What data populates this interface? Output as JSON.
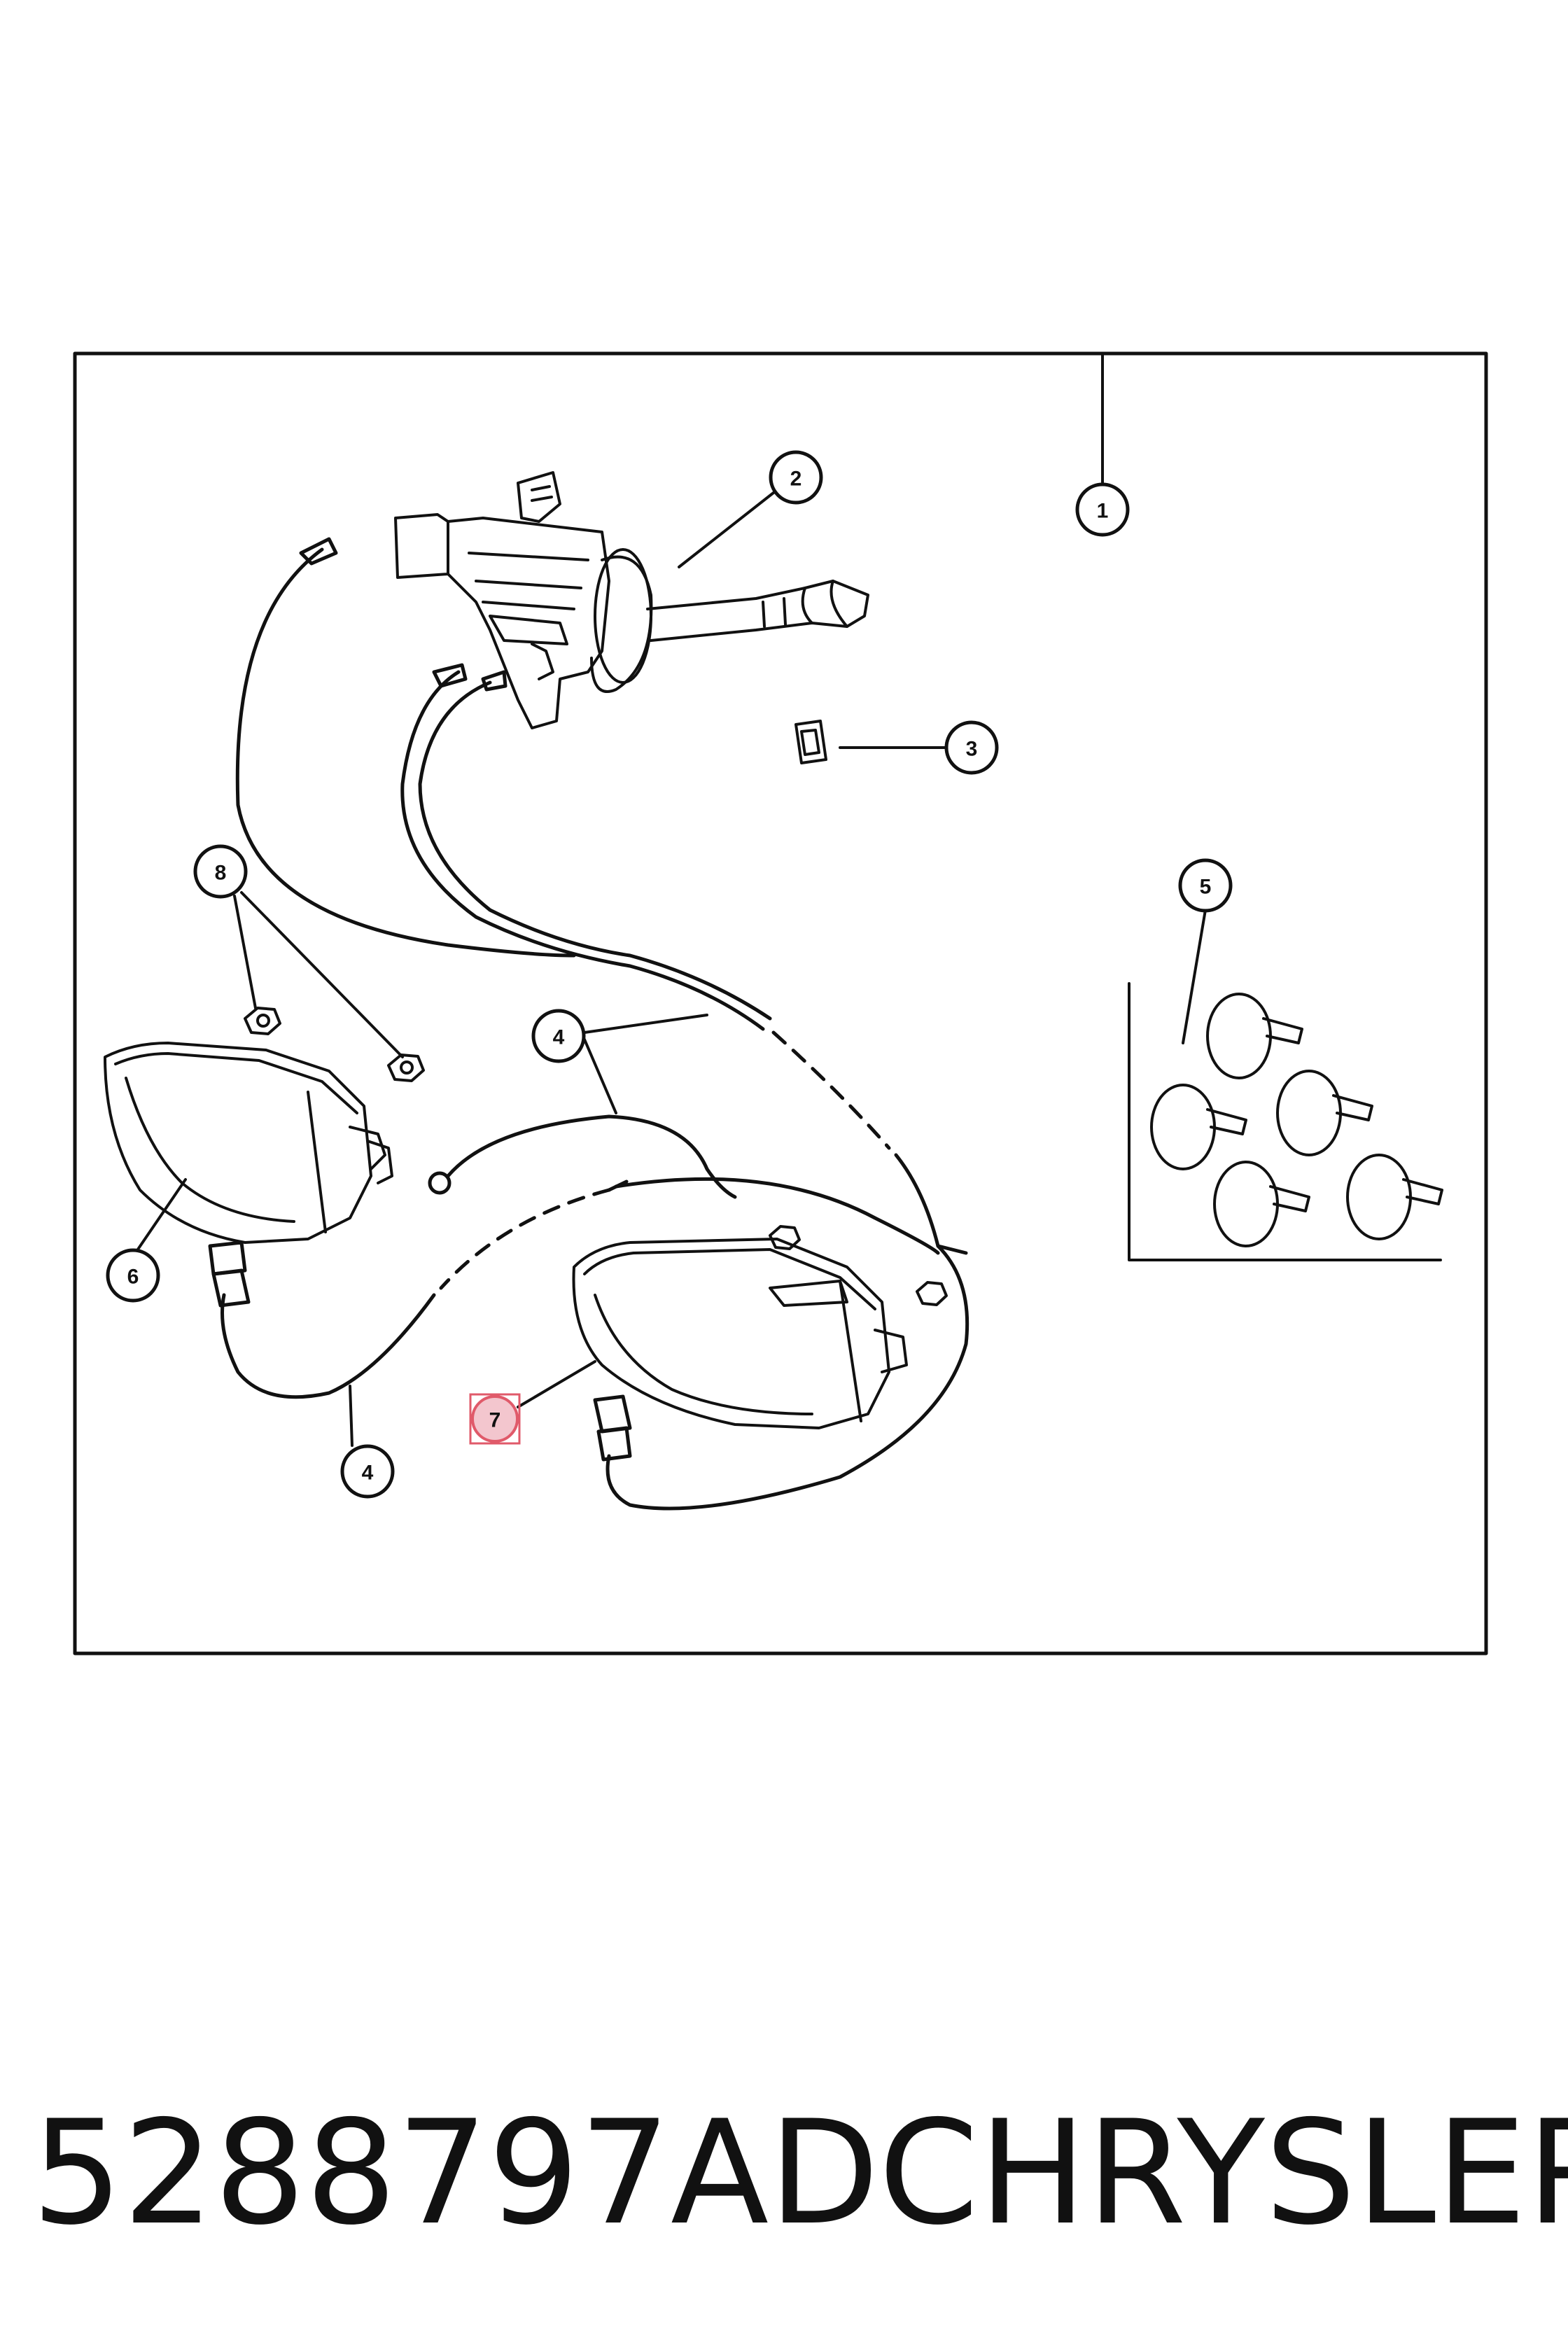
{
  "callouts": [
    {
      "id": "1",
      "label": "1"
    },
    {
      "id": "2",
      "label": "2"
    },
    {
      "id": "3",
      "label": "3"
    },
    {
      "id": "4a",
      "label": "4"
    },
    {
      "id": "4b",
      "label": "4"
    },
    {
      "id": "5",
      "label": "5"
    },
    {
      "id": "6",
      "label": "6"
    },
    {
      "id": "7",
      "label": "7",
      "highlighted": true
    },
    {
      "id": "8",
      "label": "8"
    }
  ],
  "footer": {
    "part_number": "5288797AD",
    "brand": "CHRYSLER"
  },
  "colors": {
    "line": "#111111",
    "highlight_fill": "#f3c6ce",
    "highlight_stroke": "#e05a6a"
  }
}
